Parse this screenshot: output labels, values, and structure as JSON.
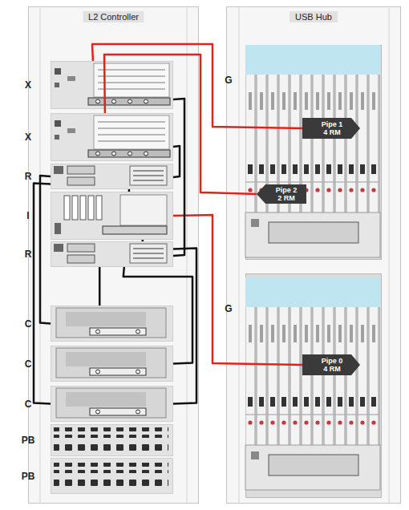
{
  "diagram": {
    "nodes": [
      {
        "text": [
          "L2 Controller"
        ]
      },
      {
        "text": [
          "X"
        ],
        "in": 0
      },
      {
        "text": [
          "X"
        ],
        "in": 0
      },
      {
        "text": [
          "R"
        ],
        "in": 0
      },
      {
        "text": [
          "I"
        ],
        "in": 0
      },
      {
        "text": [
          "R"
        ],
        "in": 0
      },
      {
        "text": [
          "C"
        ],
        "in": 0
      },
      {
        "text": [
          "C"
        ],
        "in": 0
      },
      {
        "text": [
          "C"
        ],
        "in": 0
      },
      {
        "text": [
          "PB"
        ],
        "in": 0
      },
      {
        "text": [
          "PB"
        ],
        "in": 0
      },
      {
        "text": [
          "USB Hub"
        ]
      },
      {
        "text": [
          "G"
        ],
        "in": 11
      },
      {
        "text": [
          "Pipe 1 4 RM"
        ],
        "in": 12
      },
      {
        "text": [
          "Pipe 2 2 RM"
        ],
        "in": 12
      },
      {
        "text": [
          "G"
        ],
        "in": 11
      },
      {
        "text": [
          "Pipe 0 4 RM"
        ],
        "in": 15
      }
    ],
    "edges": [
      {
        "from": 1,
        "to": 13,
        "arrow": "none"
      },
      {
        "from": 2,
        "to": 14,
        "arrow": "none"
      },
      {
        "from": 4,
        "to": 16,
        "arrow": "none"
      },
      {
        "from": 1,
        "to": 5,
        "arrow": "none"
      },
      {
        "from": 2,
        "to": 3,
        "arrow": "none"
      },
      {
        "from": 4,
        "to": 3,
        "arrow": "none"
      },
      {
        "from": 4,
        "to": 5,
        "arrow": "none"
      },
      {
        "from": 3,
        "to": 6,
        "arrow": "none"
      },
      {
        "from": 5,
        "to": 6,
        "arrow": "none"
      },
      {
        "from": 5,
        "to": 7,
        "arrow": "none"
      },
      {
        "from": 3,
        "to": 8,
        "arrow": "none"
      },
      {
        "from": 5,
        "to": 8,
        "arrow": "none"
      }
    ]
  }
}
